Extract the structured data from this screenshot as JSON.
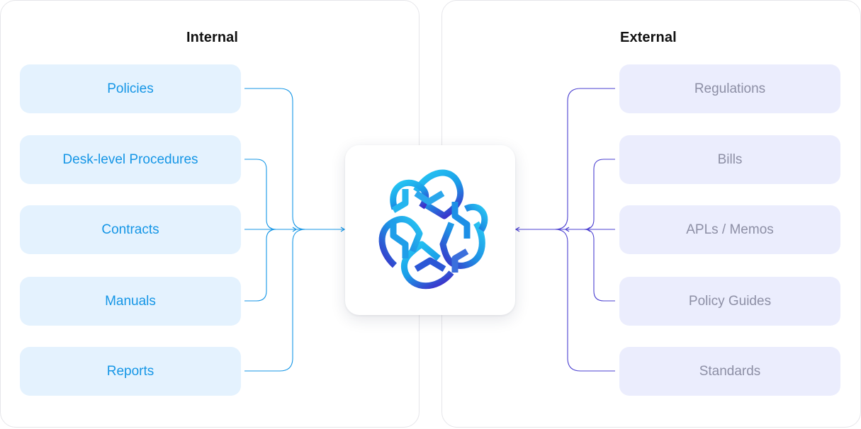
{
  "internal": {
    "title": "Internal",
    "items": [
      "Policies",
      "Desk-level Procedures",
      "Contracts",
      "Manuals",
      "Reports"
    ]
  },
  "external": {
    "title": "External",
    "items": [
      "Regulations",
      "Bills",
      "APLs / Memos",
      "Policy Guides",
      "Standards"
    ]
  },
  "hub": {
    "icon": "flower-knot-logo-icon"
  },
  "colors": {
    "internal_accent": "#1596e6",
    "internal_box": "#e4f2fe",
    "external_accent": "#5547d6",
    "external_text": "#8d8fa5",
    "external_box": "#ebedfd"
  }
}
